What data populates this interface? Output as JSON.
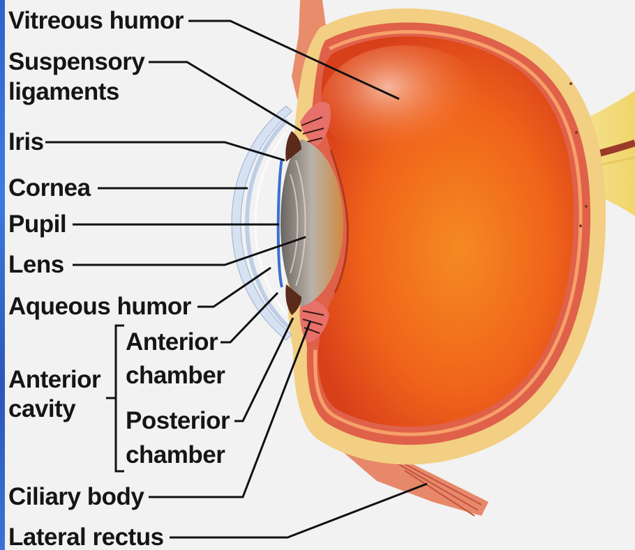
{
  "labels": {
    "vitreous_humor": "Vitreous humor",
    "suspensory_1": "Suspensory",
    "suspensory_2": "ligaments",
    "iris": "Iris",
    "cornea": "Cornea",
    "pupil": "Pupil",
    "lens": "Lens",
    "aqueous_humor": "Aqueous humor",
    "anterior_cavity_1": "Anterior",
    "anterior_cavity_2": "cavity",
    "anterior_chamber_1": "Anterior",
    "anterior_chamber_2": "chamber",
    "posterior_chamber_1": "Posterior",
    "posterior_chamber_2": "chamber",
    "ciliary_body": "Ciliary body",
    "lateral_rectus": "Lateral rectus"
  },
  "colors": {
    "background": "#f2f2f2",
    "sclera": "#f2cf82",
    "choroid": "#e0614a",
    "vitreous": "#f0641a",
    "lens": "#9a9590",
    "iris": "#5a2a1a",
    "cornea": "#c8d8ee",
    "optic_nerve": "#f3e080",
    "muscle": "#e6866a",
    "leader": "#111111",
    "edge_strip": "#2f63c9"
  }
}
